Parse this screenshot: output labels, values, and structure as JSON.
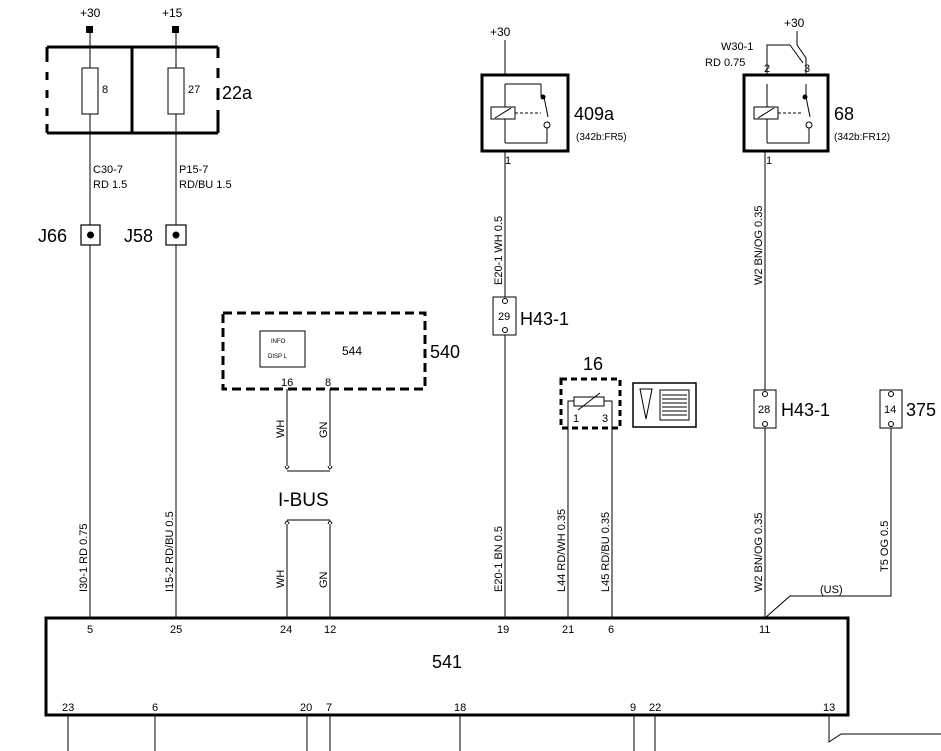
{
  "supplies": {
    "fuse_plus30": "+30",
    "fuse_plus15": "+15",
    "relay409a_supply": "+30",
    "relay68_supply": "+30"
  },
  "fuse_box": {
    "id": "22a",
    "fuse_a": "8",
    "fuse_b": "27"
  },
  "wires_top": {
    "left_code": "C30-7",
    "left_spec": "RD  1.5",
    "right_code": "P15-7",
    "right_spec": "RD/BU  1.5"
  },
  "junctions": {
    "j66": "J66",
    "j58": "J58"
  },
  "relay409a": {
    "id": "409a",
    "ref": "(342b:FR5)",
    "pin": "1",
    "wire": "E20-1  WH  0.5"
  },
  "relay68": {
    "id": "68",
    "ref": "(342b:FR12)",
    "pin_out": "1",
    "pin2": "2",
    "pin3": "3",
    "feed_code": "W30-1",
    "feed_spec": "RD  0.75",
    "wire": "W2  BN/OG  0.35"
  },
  "connectors": {
    "h43_left_pin": "29",
    "h43_left_label": "H43-1",
    "h43_right_pin": "28",
    "h43_right_label": "H43-1",
    "c375_pin": "14",
    "c375_label": "375"
  },
  "module540": {
    "id": "540",
    "part": "544",
    "line1": "INFO",
    "line2": "DISP L",
    "pin16": "16",
    "pin8": "8",
    "wire_wh": "WH",
    "wire_gn": "GN"
  },
  "ibus": {
    "label": "I-BUS",
    "wire_wh": "WH",
    "wire_gn": "GN"
  },
  "sensor16": {
    "id": "16",
    "pin1": "1",
    "pin3": "3"
  },
  "wires_bottom": {
    "i30": "I30-1  RD  0.75",
    "i15": "I15-2  RD/BU  0.5",
    "e20": "E20-1  BN  0.5",
    "l44": "L44  RD/WH  0.35",
    "l45": "L45  RD/BU  0.35",
    "w2": "W2  BN/OG  0.35",
    "t5": "T5  OG  0.5",
    "us_note": "(US)"
  },
  "module541": {
    "id": "541",
    "pins_top": [
      "5",
      "25",
      "24",
      "12",
      "19",
      "21",
      "6",
      "11"
    ],
    "pins_bottom": [
      "23",
      "6",
      "20",
      "7",
      "18",
      "9",
      "22",
      "13"
    ]
  }
}
